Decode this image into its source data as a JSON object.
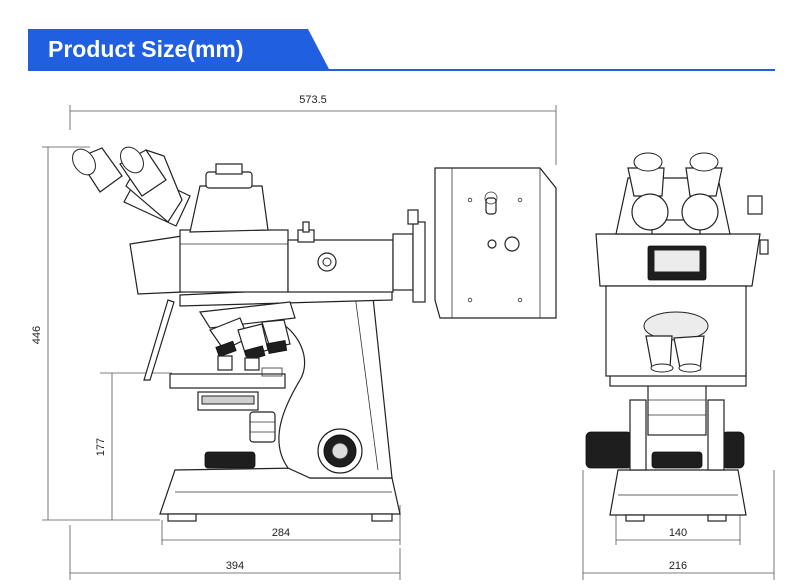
{
  "header": {
    "title": "Product Size(mm)"
  },
  "dimensions": {
    "side_total_width": "573.5",
    "side_height": "446",
    "side_stage_height": "177",
    "side_base_width": "284",
    "side_depth": "394",
    "front_base_width": "140",
    "front_total_width": "216"
  },
  "colors": {
    "accent": "#1f5fe0",
    "line": "#222222"
  }
}
